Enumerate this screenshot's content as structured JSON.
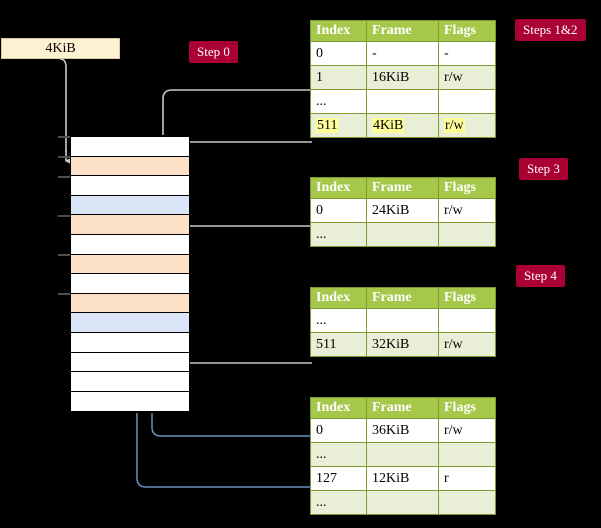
{
  "diagram": {
    "title": "four-level-page-table-walk",
    "background_color": "#000000",
    "source_box": {
      "label": "4KiB"
    },
    "badges": [
      {
        "id": "step0",
        "label": "Step 0"
      },
      {
        "id": "step1and2",
        "label": "Steps 1&2"
      },
      {
        "id": "step3",
        "label": "Step 3"
      },
      {
        "id": "step4",
        "label": "Step 4"
      }
    ],
    "colors": {
      "badge_bg": "#aa0033",
      "badge_text": "#ffffff",
      "table_header_bg": "#a6c84a",
      "table_header_text": "#ffffff",
      "table_border": "#7d9a2e",
      "table_alt_row_bg": "#e9eed6",
      "highlight": "#ffff99",
      "memory_peach": "#fce1c8",
      "memory_blue": "#dae5f7",
      "source_box_bg": "#fdf1d4",
      "walk_arrow": "#c8c8c8",
      "result_arrow": "#6a8fc0"
    },
    "memory_column": {
      "name": "physical-memory-frames",
      "rows": [
        {
          "index": 0,
          "fill": "white"
        },
        {
          "index": 1,
          "fill": "peach"
        },
        {
          "index": 2,
          "fill": "white"
        },
        {
          "index": 3,
          "fill": "blue"
        },
        {
          "index": 4,
          "fill": "peach"
        },
        {
          "index": 5,
          "fill": "white"
        },
        {
          "index": 6,
          "fill": "peach"
        },
        {
          "index": 7,
          "fill": "white"
        },
        {
          "index": 8,
          "fill": "peach"
        },
        {
          "index": 9,
          "fill": "blue"
        },
        {
          "index": 10,
          "fill": "white"
        },
        {
          "index": 11,
          "fill": "white"
        },
        {
          "index": 12,
          "fill": "white"
        },
        {
          "index": 13,
          "fill": "white"
        }
      ],
      "tick_rows": [
        0,
        1,
        2,
        4,
        6,
        8
      ]
    },
    "tables": [
      {
        "id": "level4-table",
        "headers": [
          "Index",
          "Frame",
          "Flags"
        ],
        "rows": [
          {
            "cells": [
              "0",
              "-",
              "-"
            ],
            "alt": false,
            "highlight": false
          },
          {
            "cells": [
              "1",
              "16KiB",
              "r/w"
            ],
            "alt": true,
            "highlight": false
          },
          {
            "cells": [
              "...",
              "",
              ""
            ],
            "alt": false,
            "highlight": false
          },
          {
            "cells": [
              "511",
              "4KiB",
              "r/w"
            ],
            "alt": true,
            "highlight": true
          }
        ]
      },
      {
        "id": "level3-table",
        "headers": [
          "Index",
          "Frame",
          "Flags"
        ],
        "rows": [
          {
            "cells": [
              "0",
              "24KiB",
              "r/w"
            ],
            "alt": false,
            "highlight": false
          },
          {
            "cells": [
              "...",
              "",
              ""
            ],
            "alt": true,
            "highlight": false
          }
        ]
      },
      {
        "id": "level2-table",
        "headers": [
          "Index",
          "Frame",
          "Flags"
        ],
        "rows": [
          {
            "cells": [
              "...",
              "",
              ""
            ],
            "alt": false,
            "highlight": false
          },
          {
            "cells": [
              "511",
              "32KiB",
              "r/w"
            ],
            "alt": true,
            "highlight": false
          }
        ]
      },
      {
        "id": "level1-table",
        "headers": [
          "Index",
          "Frame",
          "Flags"
        ],
        "rows": [
          {
            "cells": [
              "0",
              "36KiB",
              "r/w"
            ],
            "alt": false,
            "highlight": false
          },
          {
            "cells": [
              "...",
              "",
              ""
            ],
            "alt": true,
            "highlight": false
          },
          {
            "cells": [
              "127",
              "12KiB",
              "r"
            ],
            "alt": false,
            "highlight": false
          },
          {
            "cells": [
              "...",
              "",
              ""
            ],
            "alt": true,
            "highlight": false
          }
        ]
      }
    ]
  }
}
